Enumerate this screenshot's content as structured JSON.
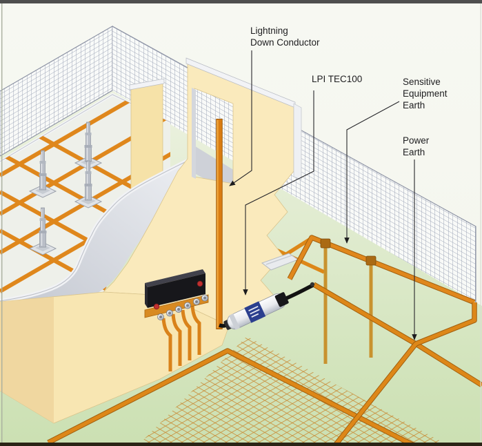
{
  "diagram": {
    "type": "isometric-technical-illustration",
    "subject": "Lightning protection and earthing system"
  },
  "callouts": {
    "lightning": {
      "lines": [
        "Lightning",
        "Down Conductor"
      ]
    },
    "device": {
      "lines": [
        "LPI TEC100"
      ]
    },
    "sensitive": {
      "lines": [
        "Sensitive",
        "Equipment",
        "Earth"
      ]
    },
    "power": {
      "lines": [
        "Power",
        "Earth"
      ]
    }
  },
  "colors": {
    "conductor_orange": "#dd8718",
    "conductor_edge": "#a15f0e",
    "earth_rod_gold": "#c8922f",
    "wall_cream": "#faeabc",
    "ground_green": "#cde0b4",
    "roof_slab_gray": "#eef0ea",
    "fence_mesh_gray": "#99a1b4",
    "ramp_gray": "#c9ccd4",
    "device_label_blue": "#2b3f8e",
    "earth_bar_black": "#17171b",
    "insulator_red": "#c03030",
    "callout_text": "#1d1d1f"
  }
}
